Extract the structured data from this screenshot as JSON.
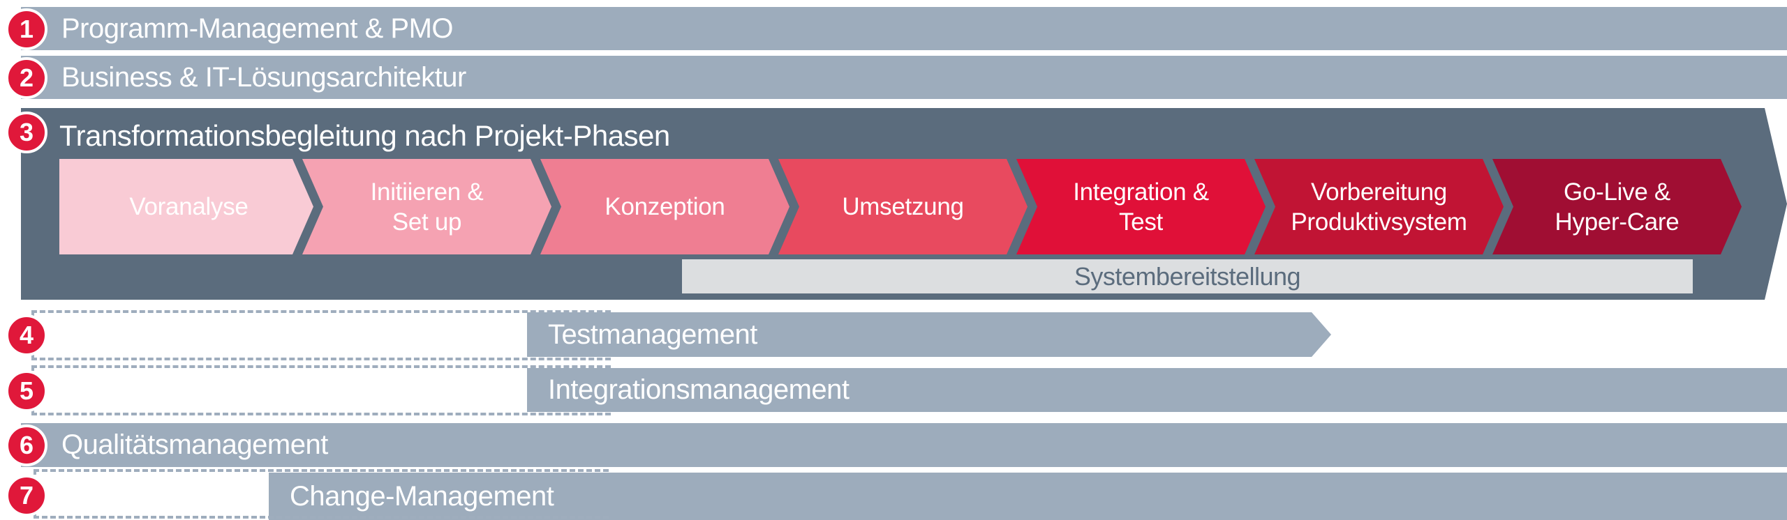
{
  "diagram": {
    "rows": [
      {
        "num": "1",
        "label": "Programm-Management & PMO"
      },
      {
        "num": "2",
        "label": "Business & IT-Lösungsarchitektur"
      },
      {
        "num": "3",
        "label": "Transformationsbegleitung nach Projekt-Phasen"
      },
      {
        "num": "4",
        "label": "Testmanagement"
      },
      {
        "num": "5",
        "label": "Integrationsmanagement"
      },
      {
        "num": "6",
        "label": "Qualitätsmanagement"
      },
      {
        "num": "7",
        "label": "Change-Management"
      }
    ],
    "phases": [
      {
        "label": "Voranalyse",
        "color": "#f9cbd5"
      },
      {
        "label": "Initiieren &\nSet up",
        "color": "#f5a2b2"
      },
      {
        "label": "Konzeption",
        "color": "#ef7e92"
      },
      {
        "label": "Umsetzung",
        "color": "#e84a5f"
      },
      {
        "label": "Integration &\nTest",
        "color": "#e01038"
      },
      {
        "label": "Vorbereitung\nProduktivsystem",
        "color": "#c11434"
      },
      {
        "label": "Go-Live &\nHyper-Care",
        "color": "#a00e33"
      }
    ],
    "sub_bar_label": "Systembereitstellung",
    "colors": {
      "bar_gray": "#9dacbc",
      "box_slate": "#5b6c7d",
      "badge_red": "#e0183a",
      "sub_bar_bg": "#dcdee0",
      "dash_gray": "#9fadbd",
      "text_light": "#ffffff"
    }
  }
}
